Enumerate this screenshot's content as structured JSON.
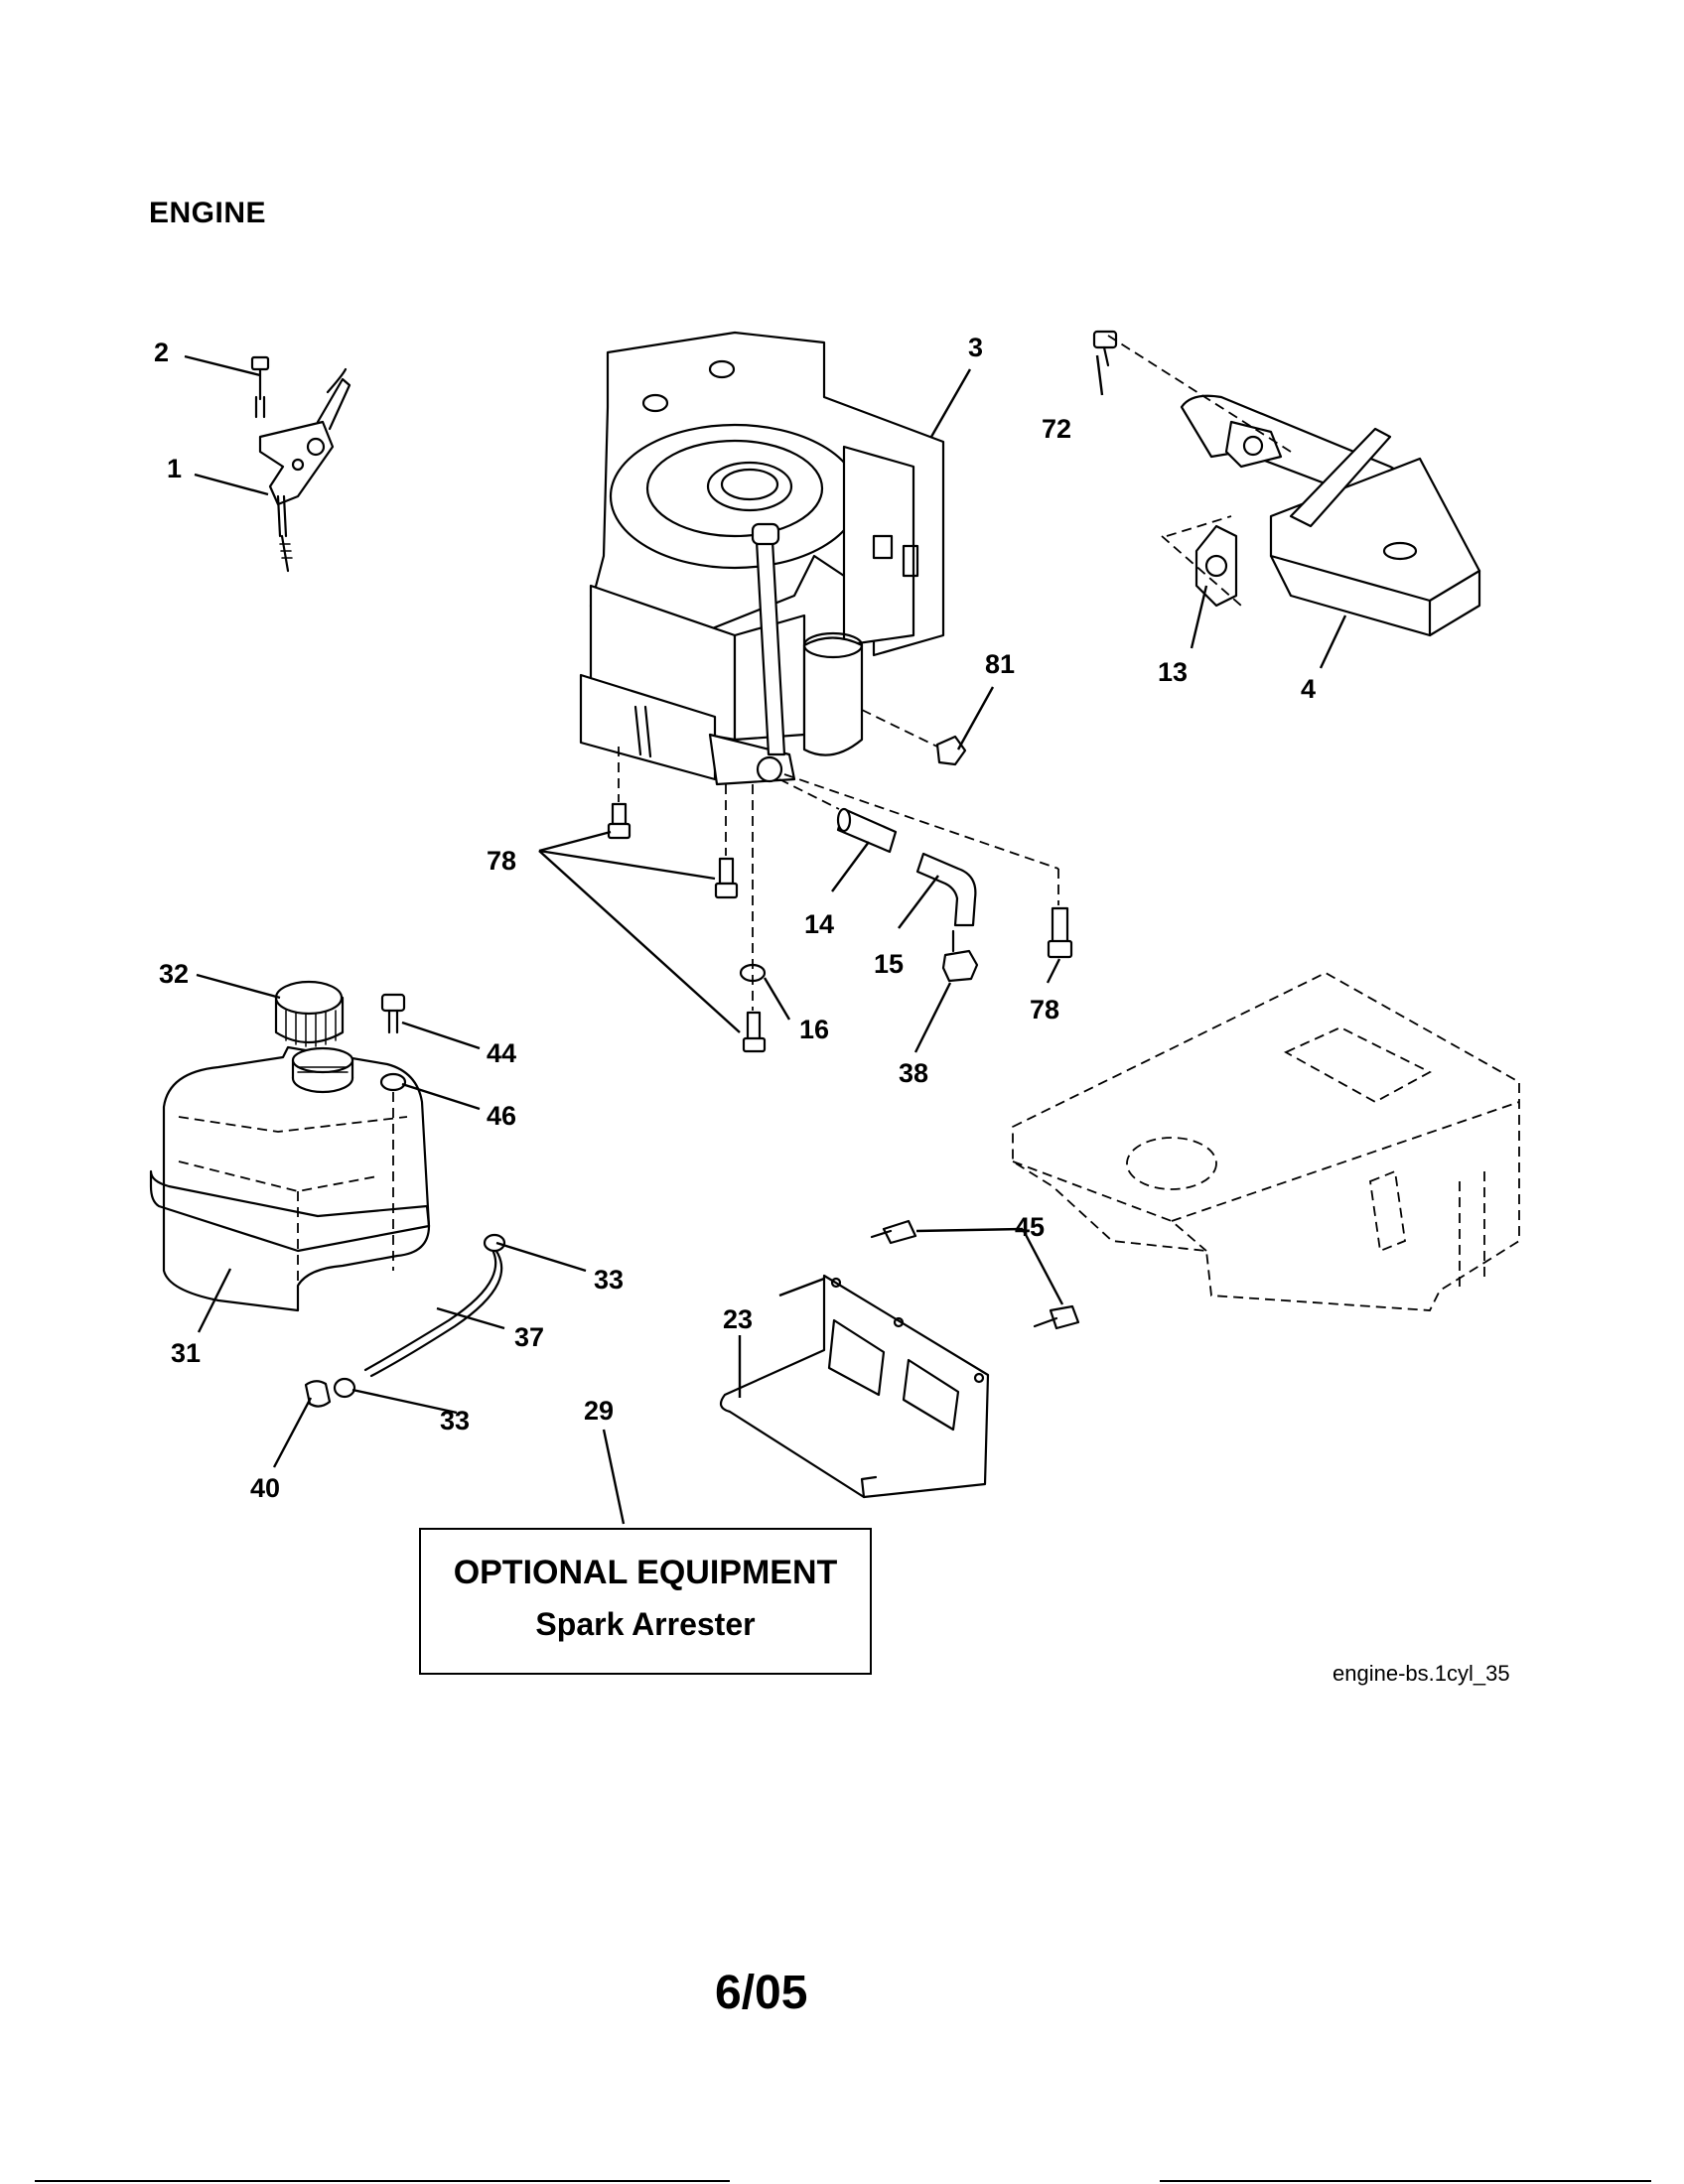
{
  "page": {
    "title": "ENGINE",
    "drawing_id": "engine-bs.1cyl_35",
    "date": "6/05"
  },
  "optional_equipment": {
    "title": "OPTIONAL EQUIPMENT",
    "subtitle": "Spark Arrester"
  },
  "callouts": {
    "c1": "1",
    "c2": "2",
    "c3": "3",
    "c4": "4",
    "c13": "13",
    "c14": "14",
    "c15": "15",
    "c16": "16",
    "c23": "23",
    "c29": "29",
    "c31": "31",
    "c32": "32",
    "c33a": "33",
    "c33b": "33",
    "c37": "37",
    "c38": "38",
    "c40": "40",
    "c44": "44",
    "c45": "45",
    "c46": "46",
    "c72": "72",
    "c78a": "78",
    "c78b": "78",
    "c81": "81"
  }
}
